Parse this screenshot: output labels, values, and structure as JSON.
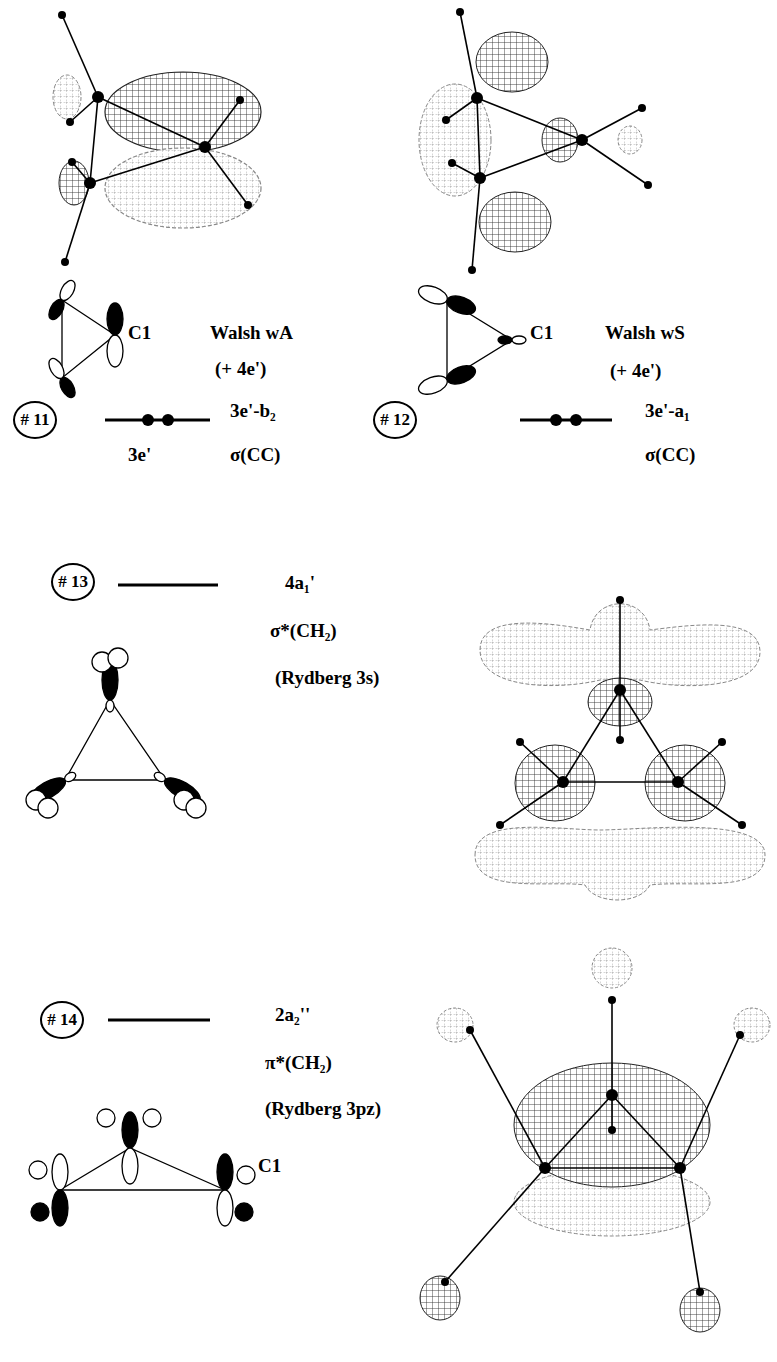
{
  "diagram": {
    "nodes": [
      {
        "text": [
          "# 11"
        ]
      },
      {
        "text": [
          "# 12"
        ]
      },
      {
        "text": [
          "# 13"
        ]
      },
      {
        "text": [
          "# 14"
        ]
      }
    ],
    "labels": [
      "Walsh wA",
      "(+ 4e')",
      "C1",
      "3e'-b₂",
      "3e'",
      "σ(CC)",
      "Walsh wS",
      "(+ 4e')",
      "C1",
      "3e'-a₁",
      "σ(CC)",
      "4a₁'",
      "σ*(CH₂)",
      "(Rydberg 3s)",
      "2a₂''",
      "π*(CH₂)",
      "(Rydberg 3pz)",
      "C1"
    ]
  }
}
